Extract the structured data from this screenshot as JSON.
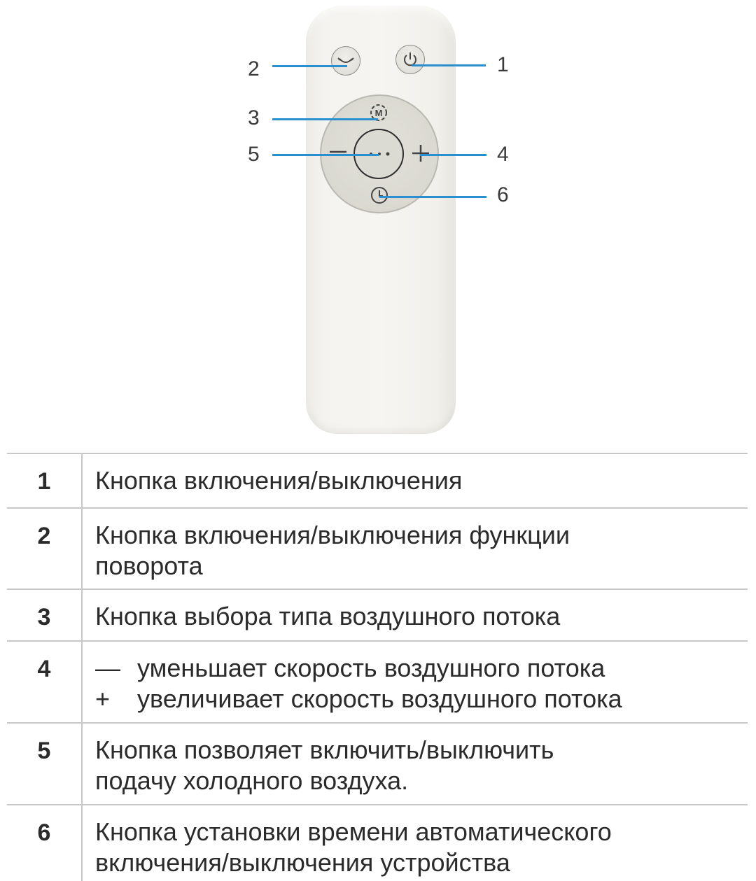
{
  "figure": {
    "device": "remote-control",
    "line_color": "#2a8fcf",
    "callouts": [
      {
        "number": "1",
        "target": "power-button"
      },
      {
        "number": "2",
        "target": "oscillation-button"
      },
      {
        "number": "3",
        "target": "mode-button"
      },
      {
        "number": "4",
        "target": "plus-button"
      },
      {
        "number": "5",
        "target": "cool-air-button"
      },
      {
        "number": "6",
        "target": "timer-button"
      }
    ],
    "pad_labels": {
      "mode": "M",
      "minus": "—",
      "plus": "+",
      "center": "• • •"
    }
  },
  "legend": {
    "rows": [
      {
        "number": "1",
        "lines": [
          "Кнопка включения/выключения"
        ]
      },
      {
        "number": "2",
        "lines": [
          "Кнопка включения/выключения функции",
          "поворота"
        ]
      },
      {
        "number": "3",
        "lines": [
          "Кнопка выбора типа воздушного потока"
        ]
      },
      {
        "number": "4",
        "lines": [
          {
            "symbol": "—",
            "text": "уменьшает скорость воздушного потока"
          },
          {
            "symbol": "+",
            "text": "увеличивает скорость воздушного потока"
          }
        ]
      },
      {
        "number": "5",
        "lines": [
          "Кнопка позволяет включить/выключить",
          "подачу холодного воздуха."
        ]
      },
      {
        "number": "6",
        "lines": [
          "Кнопка установки времени автоматического",
          "включения/выключения устройства"
        ]
      }
    ]
  }
}
